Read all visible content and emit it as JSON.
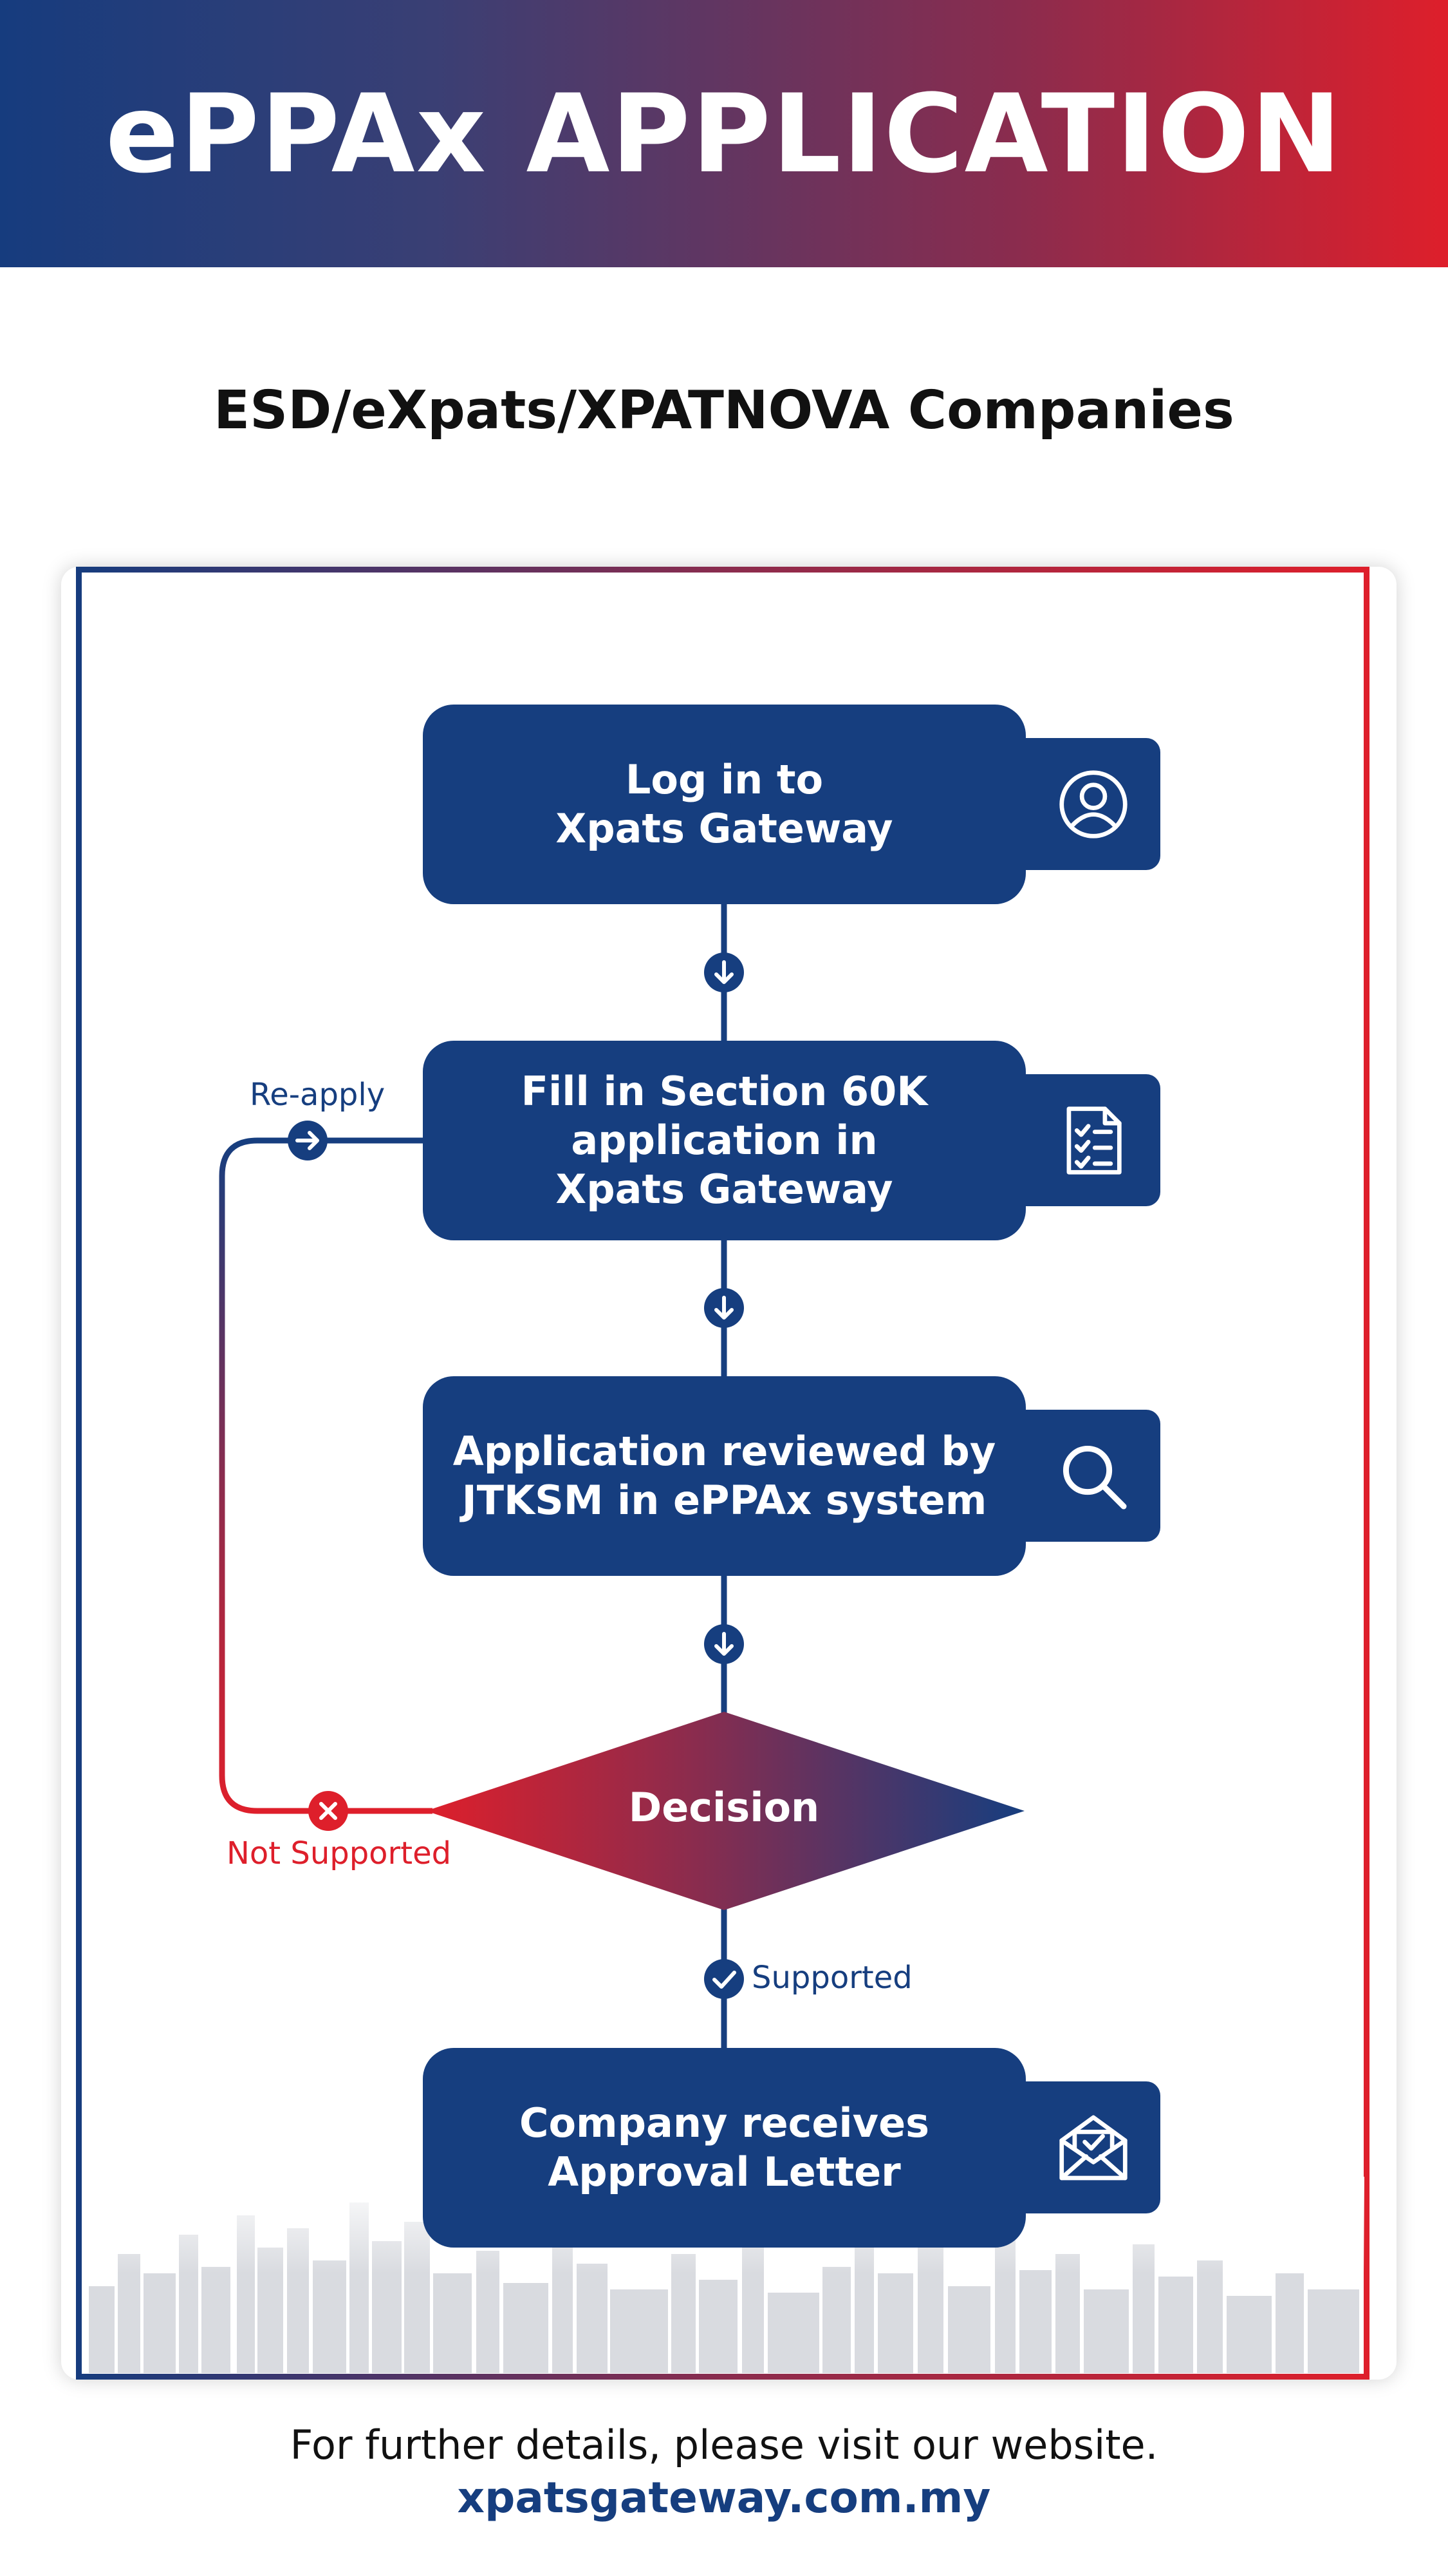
{
  "header": {
    "title": "ePPAx APPLICATION"
  },
  "subtitle": "ESD/eXpats/XPATNOVA Companies",
  "steps": [
    {
      "text": "Log in to\nXpats Gateway",
      "icon": "user-icon"
    },
    {
      "text": "Fill in Section 60K\napplication in\nXpats Gateway",
      "icon": "checklist-icon"
    },
    {
      "text": "Application reviewed by\nJTKSM in ePPAx system",
      "icon": "search-icon"
    },
    {
      "text": "Company receives\nApproval Letter",
      "icon": "envelope-check-icon"
    }
  ],
  "decision": {
    "text": "Decision"
  },
  "labels": {
    "reapply": "Re-apply",
    "not_supported": "Not Supported",
    "supported": "Supported"
  },
  "colors": {
    "blue": "#163e7f",
    "red": "#de1f2b",
    "purple": "#8a2c4e"
  },
  "footer": {
    "text": "For further details, please visit our website.",
    "url": "xpatsgateway.com.my"
  }
}
